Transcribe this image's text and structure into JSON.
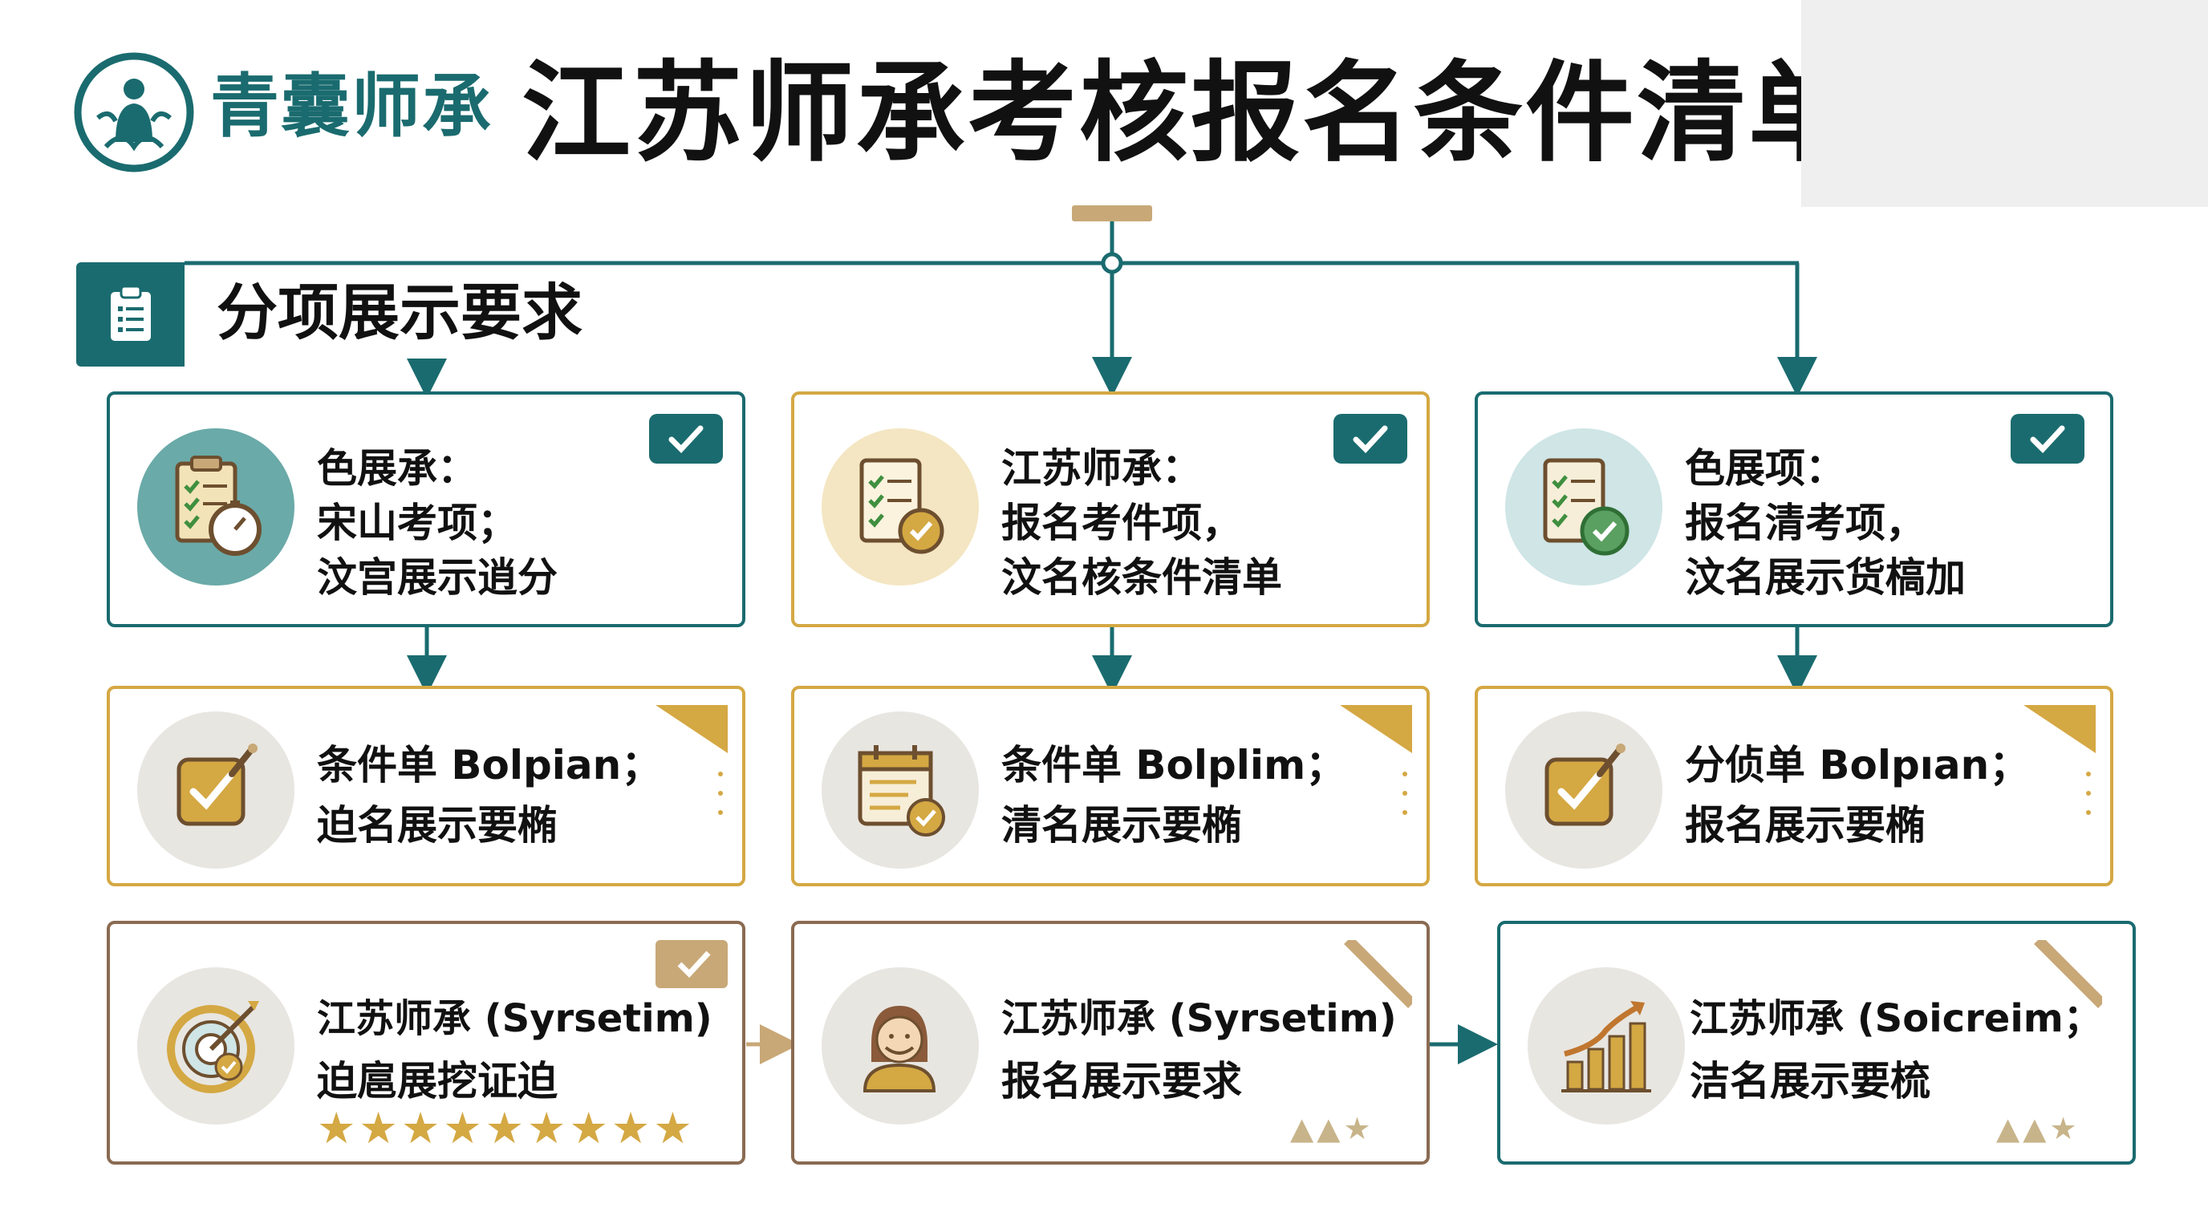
{
  "header": {
    "brand_name": "青囊师承",
    "title": "江苏师承考核报名条件清单"
  },
  "section": {
    "title": "分项展示要求",
    "icon": "clipboard-icon"
  },
  "colors": {
    "teal": "#1a6b6f",
    "gold": "#d4a843",
    "brown": "#8a6b52",
    "beige": "#c8a877"
  },
  "cards": {
    "row1": [
      {
        "lines": [
          "色展承：",
          "宋山考项；",
          "汶宫展示逍分"
        ],
        "icon": "checklist-stopwatch-icon",
        "checked": true
      },
      {
        "lines": [
          "江苏师承：",
          "报名考件项，",
          "汶名核条件清单"
        ],
        "icon": "checklist-approve-icon",
        "checked": true
      },
      {
        "lines": [
          "色展项：",
          "报名清考项，",
          "汶名展示货槁加"
        ],
        "icon": "checklist-verified-icon",
        "checked": true
      }
    ],
    "row2": [
      {
        "lines": [
          "条件单 Bolpian；",
          "迫名展示要椭"
        ],
        "icon": "checkbox-pen-icon"
      },
      {
        "lines": [
          "条件单 Bolplim；",
          "清名展示要椭"
        ],
        "icon": "calendar-check-icon"
      },
      {
        "lines": [
          "分侦单 Bolpıan；",
          "报名展示要椭"
        ],
        "icon": "checkbox-pen-icon"
      }
    ],
    "row3": [
      {
        "lines": [
          "江苏师承 (Syrsetim)",
          "迫扈展挖证迫"
        ],
        "icon": "target-arrow-icon",
        "stars": "★★★★★★★★★"
      },
      {
        "lines": [
          "江苏师承 (Syrsetim)",
          "报名展示要求"
        ],
        "icon": "person-icon",
        "mini_stars": "▲▲★"
      },
      {
        "lines": [
          "江苏师承 (Soicreim；",
          "洁名展示要梳"
        ],
        "icon": "growth-chart-icon",
        "mini_stars": "▲▲★"
      }
    ]
  }
}
